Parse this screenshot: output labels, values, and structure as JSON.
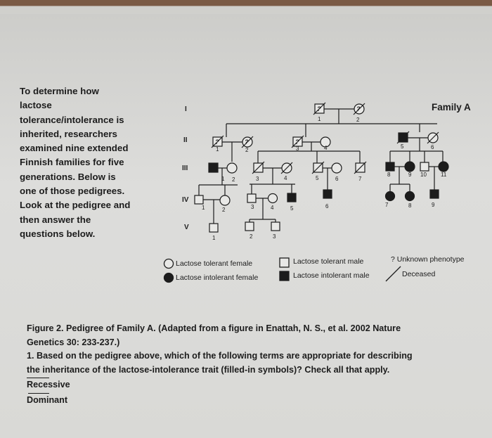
{
  "intro_lines": [
    "To determine how",
    "lactose",
    "tolerance/intolerance is",
    "inherited, researchers",
    "examined nine extended",
    "Finnish families for five",
    "generations. Below is",
    "one of those pedigrees.",
    "Look at the pedigree and",
    "then answer the",
    "questions below."
  ],
  "pedigree": {
    "family_label": "Family A",
    "generations": [
      "I",
      "II",
      "III",
      "IV",
      "V"
    ],
    "question_mark": "?",
    "labels": {
      "gen1": [
        "1",
        "2"
      ],
      "gen2": [
        "1",
        "2",
        "3",
        "4",
        "5",
        "6"
      ],
      "gen3": [
        "1",
        "2",
        "3",
        "4",
        "5",
        "6",
        "7",
        "8",
        "9",
        "10",
        "11"
      ],
      "gen4": [
        "1",
        "2",
        "3",
        "4",
        "5",
        "6",
        "7",
        "8",
        "9"
      ],
      "gen5": [
        "1",
        "2",
        "3"
      ]
    }
  },
  "legend": {
    "tolerant_female": "Lactose tolerant female",
    "intolerant_female": "Lactose intolerant female",
    "tolerant_male": "Lactose tolerant male",
    "intolerant_male": "Lactose intolerant male",
    "unknown": "? Unknown phenotype",
    "deceased": "Deceased"
  },
  "caption": {
    "figure": "Figure 2. Pedigree of Family A. (Adapted from a figure in Enattah, N. S., et al. 2002 Nature",
    "figure2": "Genetics 30: 233-237.)",
    "question1": "1. Based on the pedigree above, which of the following terms are appropriate for describing",
    "question2": "the inheritance of the lactose-intolerance trait (filled-in symbols)? Check all that apply.",
    "option_recessive": "Recessive",
    "option_dominant": "Dominant"
  },
  "colors": {
    "ink": "#1c1c1c",
    "paper": "#d9d9d6"
  }
}
